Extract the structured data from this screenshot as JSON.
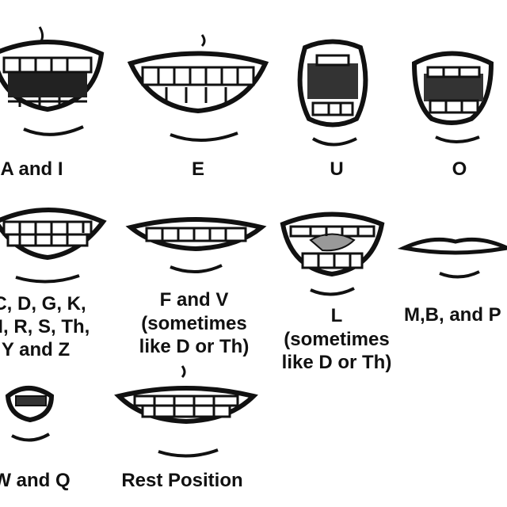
{
  "chart_title": "",
  "mouth_shapes": [
    {
      "label": "A and I",
      "mouth": "open-wide-mouth"
    },
    {
      "label": "E",
      "mouth": "wide-grin-mouth"
    },
    {
      "label": "U",
      "mouth": "open-round-mouth"
    },
    {
      "label": "O",
      "mouth": "small-round-mouth"
    },
    {
      "label_lines": [
        "C, D, G, K,",
        "N, R, S, Th,",
        "Y and Z"
      ],
      "mouth": "teeth-together-mouth"
    },
    {
      "label_lines": [
        "F and V",
        "(sometimes",
        "like D or Th)"
      ],
      "mouth": "lip-bite-mouth"
    },
    {
      "label_lines": [
        "L",
        "(sometimes",
        "like D or Th)"
      ],
      "mouth": "tongue-mouth"
    },
    {
      "label": "M,B, and P",
      "mouth": "closed-lips-mouth"
    },
    {
      "label": "W and Q",
      "mouth": "pursed-mouth"
    },
    {
      "label": "Rest Position",
      "mouth": "rest-mouth"
    }
  ],
  "colors": {
    "ink": "#111111",
    "shade": "#555555",
    "paper": "#ffffff"
  }
}
